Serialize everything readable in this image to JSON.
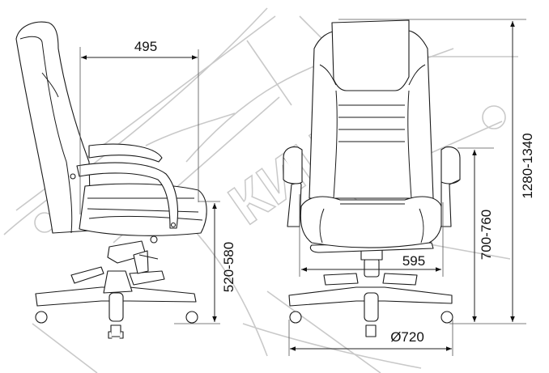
{
  "title": "Office chair dimension drawing",
  "watermark_text": "КИЦ",
  "dimensions": {
    "seat_depth": "495",
    "seat_height": "520-580",
    "seat_width": "595",
    "armrest_height": "700-760",
    "total_height": "1280-1340",
    "base_diameter": "Ø720"
  },
  "colors": {
    "line": "#1a1a1a",
    "watermark": "#c9c9c9"
  }
}
